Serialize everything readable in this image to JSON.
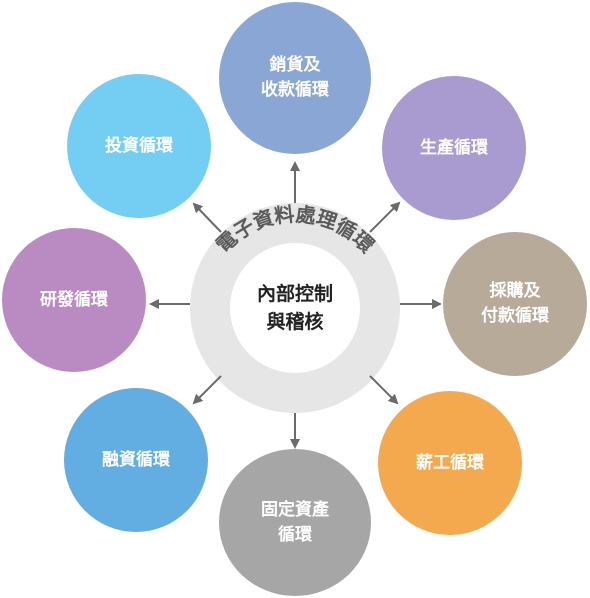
{
  "center": {
    "line1": "內部控制",
    "line2": "與稽核",
    "ring_label": "電子資料處理循環"
  },
  "cycles": [
    {
      "id": "sales",
      "line1": "銷貨及",
      "line2": "收款循環",
      "color": "#8aa6d4"
    },
    {
      "id": "production",
      "line1": "生產循環",
      "line2": "",
      "color": "#a99ad0"
    },
    {
      "id": "purchase",
      "line1": "採購及",
      "line2": "付款循環",
      "color": "#b7aa98"
    },
    {
      "id": "payroll",
      "line1": "薪工循環",
      "line2": "",
      "color": "#f4a94e"
    },
    {
      "id": "fixed-assets",
      "line1": "固定資產",
      "line2": "循環",
      "color": "#a6a6a6"
    },
    {
      "id": "financing",
      "line1": "融資循環",
      "line2": "",
      "color": "#62aee2"
    },
    {
      "id": "rd",
      "line1": "研發循環",
      "line2": "",
      "color": "#b98bc2"
    },
    {
      "id": "investment",
      "line1": "投資循環",
      "line2": "",
      "color": "#74cdf2"
    }
  ],
  "colors": {
    "arrow": "#6b6b6b",
    "ring": "#e6e6e6"
  }
}
